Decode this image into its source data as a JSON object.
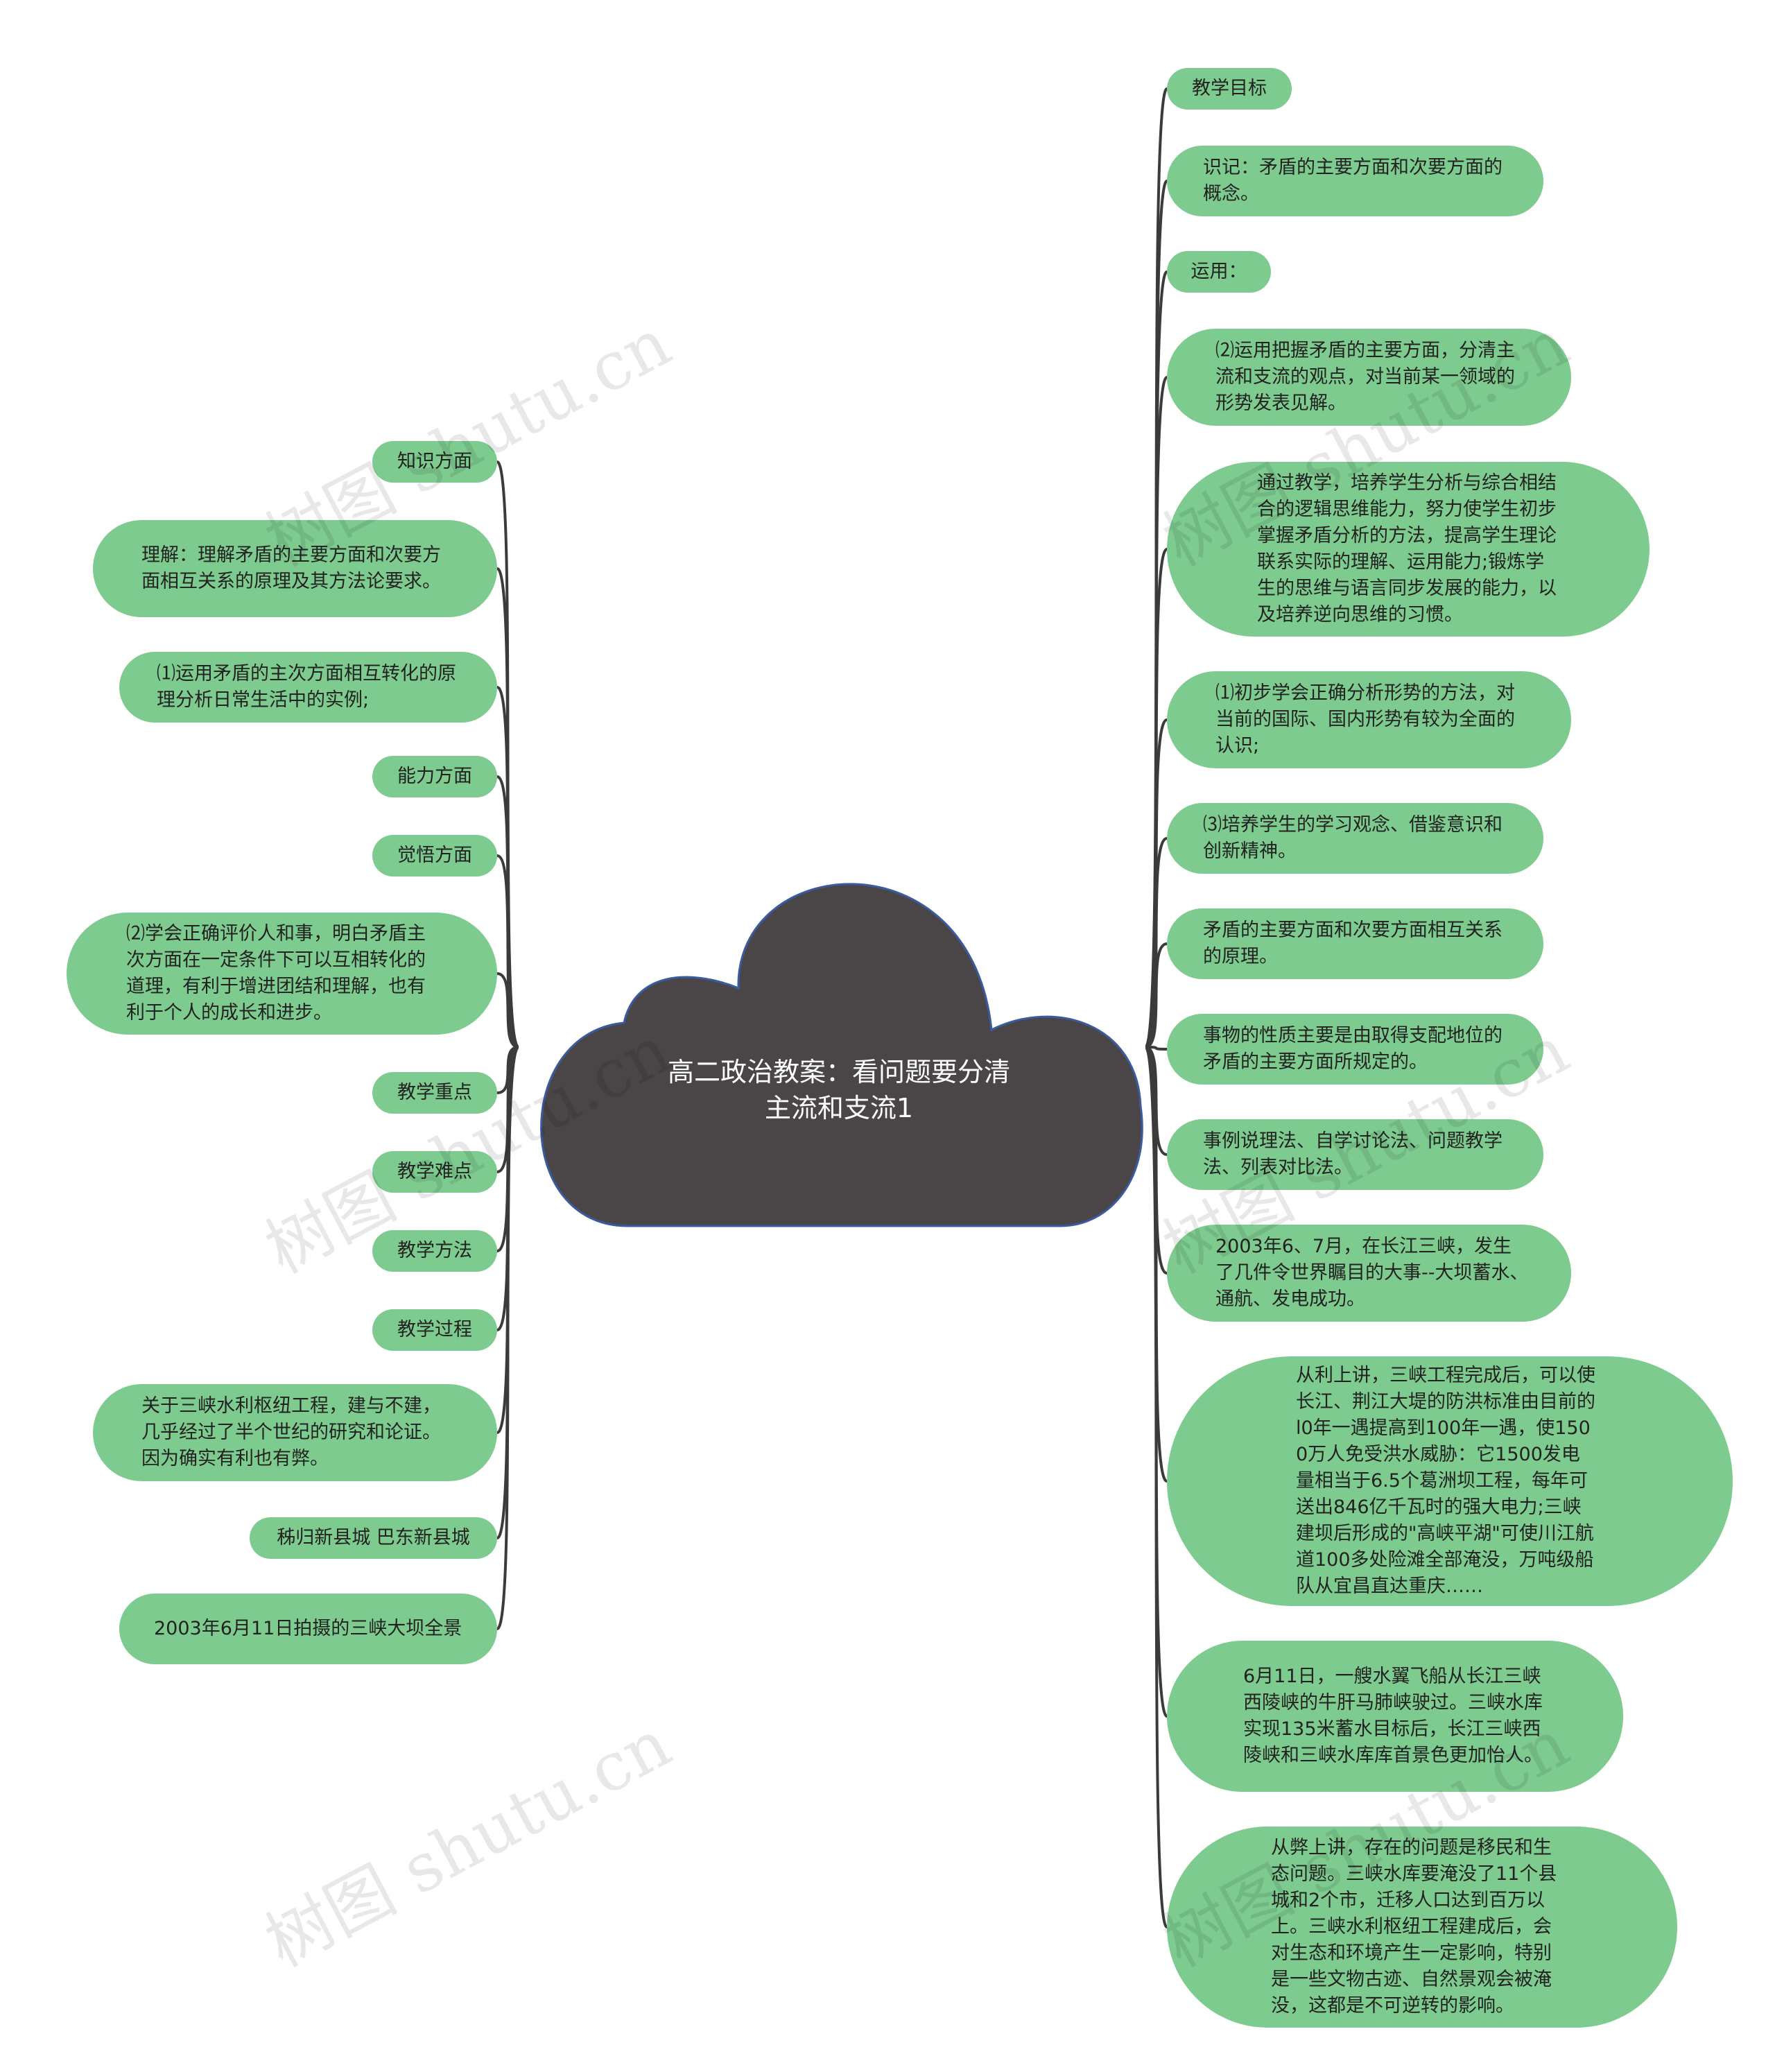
{
  "root": {
    "title": "高二政治教案：看问题要分清主流和支流1",
    "fill": "#4a4546",
    "stroke": "#3b5ba0"
  },
  "colors": {
    "node": "#7ecb8f",
    "edge": "#3d3a3a"
  },
  "watermark": "树图 shutu.cn",
  "left_nodes": [
    {
      "text": "知识方面"
    },
    {
      "text": "理解：理解矛盾的主要方面和次要方面相互关系的原理及其方法论要求。"
    },
    {
      "text": "⑴运用矛盾的主次方面相互转化的原理分析日常生活中的实例;"
    },
    {
      "text": "能力方面"
    },
    {
      "text": "觉悟方面"
    },
    {
      "text": "⑵学会正确评价人和事，明白矛盾主次方面在一定条件下可以互相转化的道理，有利于增进团结和理解，也有利于个人的成长和进步。"
    },
    {
      "text": "教学重点"
    },
    {
      "text": "教学难点"
    },
    {
      "text": "教学方法"
    },
    {
      "text": "教学过程"
    },
    {
      "text": "关于三峡水利枢纽工程，建与不建，几乎经过了半个世纪的研究和论证。因为确实有利也有弊。"
    },
    {
      "text": "秭归新县城 巴东新县城"
    },
    {
      "text": "2003年6月11日拍摄的三峡大坝全景"
    }
  ],
  "right_nodes": [
    {
      "text": "教学目标"
    },
    {
      "text": "识记：矛盾的主要方面和次要方面的概念。"
    },
    {
      "text": "运用："
    },
    {
      "text": "⑵运用把握矛盾的主要方面，分清主流和支流的观点，对当前某一领域的形势发表见解。"
    },
    {
      "text": "通过教学，培养学生分析与综合相结合的逻辑思维能力，努力使学生初步掌握矛盾分析的方法，提高学生理论联系实际的理解、运用能力;锻炼学生的思维与语言同步发展的能力，以及培养逆向思维的习惯。"
    },
    {
      "text": "⑴初步学会正确分析形势的方法，对当前的国际、国内形势有较为全面的认识;"
    },
    {
      "text": "⑶培养学生的学习观念、借鉴意识和创新精神。"
    },
    {
      "text": "矛盾的主要方面和次要方面相互关系的原理。"
    },
    {
      "text": "事物的性质主要是由取得支配地位的矛盾的主要方面所规定的。"
    },
    {
      "text": "事例说理法、自学讨论法、问题教学法、列表对比法。"
    },
    {
      "text": "2003年6、7月，在长江三峡，发生了几件令世界瞩目的大事--大坝蓄水、通航、发电成功。"
    },
    {
      "text": "从利上讲，三峡工程完成后，可以使长江、荆江大堤的防洪标准由目前的 l0年一遇提高到100年一遇，使1500万人免受洪水威胁：它1500发电量相当于6.5个葛洲坝工程，每年可送出846亿千瓦时的强大电力;三峡建坝后形成的\"高峡平湖\"可使川江航道100多处险滩全部淹没，万吨级船队从宜昌直达重庆……"
    },
    {
      "text": "6月11日，一艘水翼飞船从长江三峡西陵峡的牛肝马肺峡驶过。三峡水库实现135米蓄水目标后，长江三峡西陵峡和三峡水库库首景色更加怡人。"
    },
    {
      "text": "从弊上讲，存在的问题是移民和生态问题。三峡水库要淹没了11个县城和2个市，迁移人口达到百万以上。三峡水利枢纽工程建成后，会对生态和环境产生一定影响，特别是一些文物古迹、自然景观会被淹没，这都是不可逆转的影响。"
    }
  ]
}
